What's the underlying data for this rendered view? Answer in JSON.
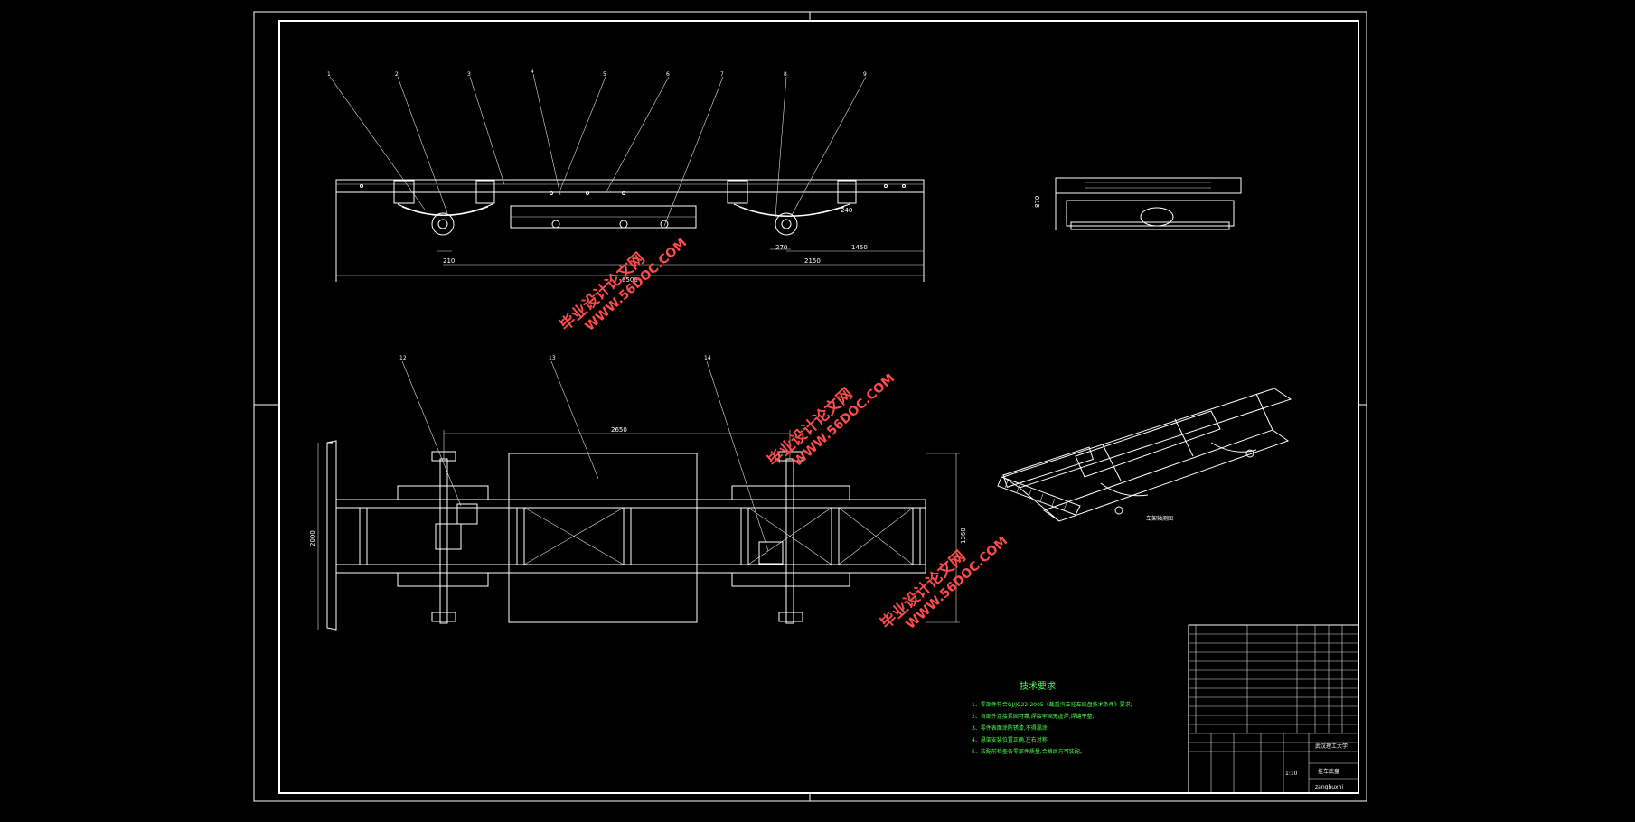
{
  "drawing": {
    "tech_title": "技术要求",
    "tech_notes": [
      "1、零部件符合GJ/JG22-2005《载重汽车挂车底盘技术条件》要求;",
      "2、各部件连接紧固可靠,焊接牢固无虚焊,焊缝平整;",
      "3、零件表面涂防锈漆,不得漏涂;",
      "4、悬架安装位置正确,左右对称;",
      "5、装配前检查各零部件质量,合格后方可装配。"
    ],
    "watermarks": [
      {
        "line1": "毕业设计论文网",
        "line2": "WWW.56DOC.COM"
      },
      {
        "line1": "毕业设计论文网",
        "line2": "WWW.56DOC.COM"
      },
      {
        "line1": "毕业设计论文网",
        "line2": "WWW.56DOC.COM"
      }
    ],
    "iso_caption": "车架轴测图",
    "dims": {
      "d_210": "210",
      "d_270": "270",
      "d_1450": "1450",
      "d_2150": "2150",
      "d_6500": "6500",
      "d_240": "240",
      "d_2650": "2650",
      "d_2000": "2000",
      "d_1360": "1360",
      "d_870": "870"
    },
    "title_block": {
      "school": "武汉理工大学",
      "drawing_name": "挂车底盘",
      "designer": "zanqbuxhi",
      "scale": "1:10"
    }
  }
}
